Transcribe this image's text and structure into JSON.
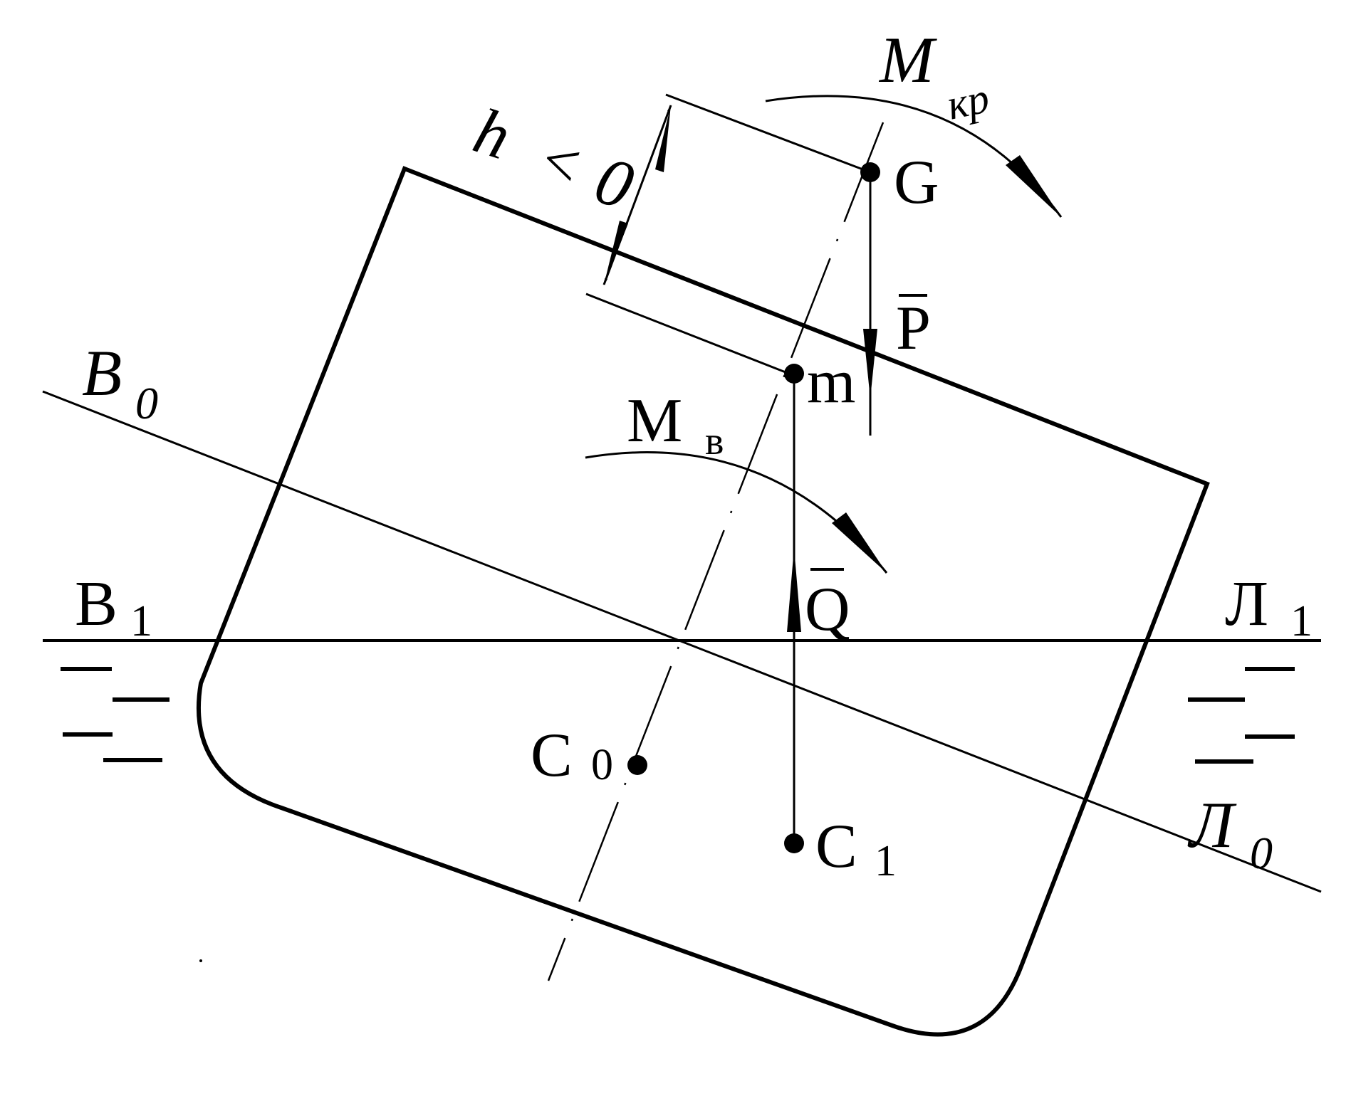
{
  "labels": {
    "m_kr": "M",
    "m_kr_sub": "кр",
    "h_label": "h",
    "h_rel": "<",
    "h_zero": "0",
    "G": "G",
    "P": "P",
    "m": "m",
    "M_v": "M",
    "M_v_sub": "в",
    "B0": "B",
    "B0_sub": "0",
    "Q": "Q",
    "B1": "B",
    "B1_sub": "1",
    "L1": "Л",
    "L1_sub": "1",
    "C0": "C",
    "C0_sub": "0",
    "C1": "C",
    "C1_sub": "1",
    "L0": "Л",
    "L0_sub": "0"
  }
}
